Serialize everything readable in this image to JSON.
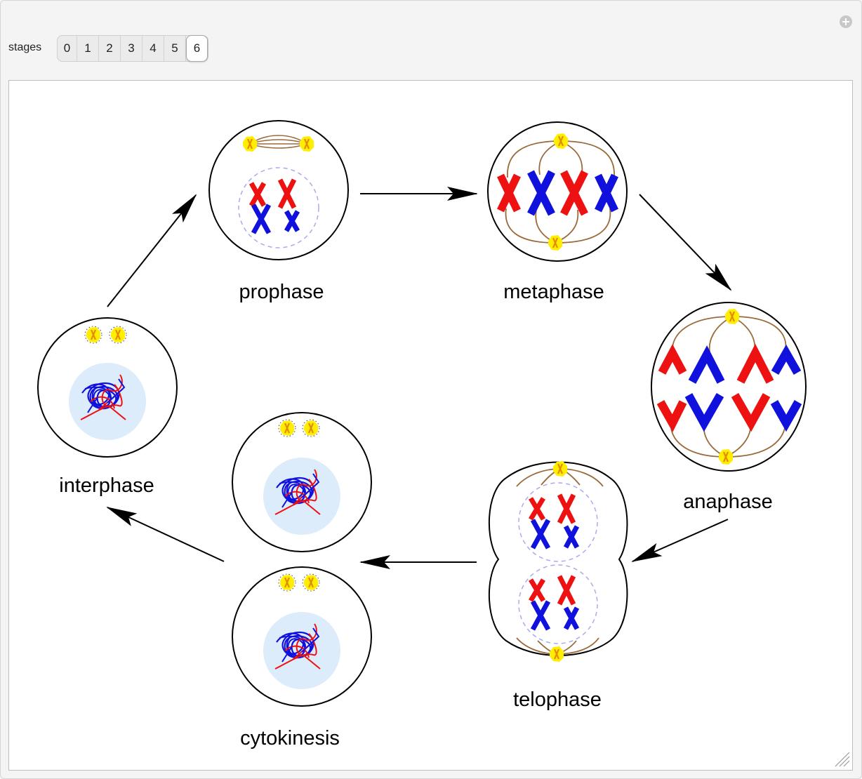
{
  "control": {
    "label": "stages",
    "options": [
      "0",
      "1",
      "2",
      "3",
      "4",
      "5",
      "6"
    ],
    "selected": "6"
  },
  "diagram": {
    "stages": [
      {
        "name": "interphase"
      },
      {
        "name": "prophase"
      },
      {
        "name": "metaphase"
      },
      {
        "name": "anaphase"
      },
      {
        "name": "telophase"
      },
      {
        "name": "cytokinesis"
      }
    ],
    "colors": {
      "chromosome_a": "#ee1111",
      "chromosome_b": "#1111dd",
      "centrosome": "#ffee00",
      "spindle": "#9a6a3a",
      "nucleus": "#dcecfb",
      "envelope": "#aaaaee"
    }
  }
}
